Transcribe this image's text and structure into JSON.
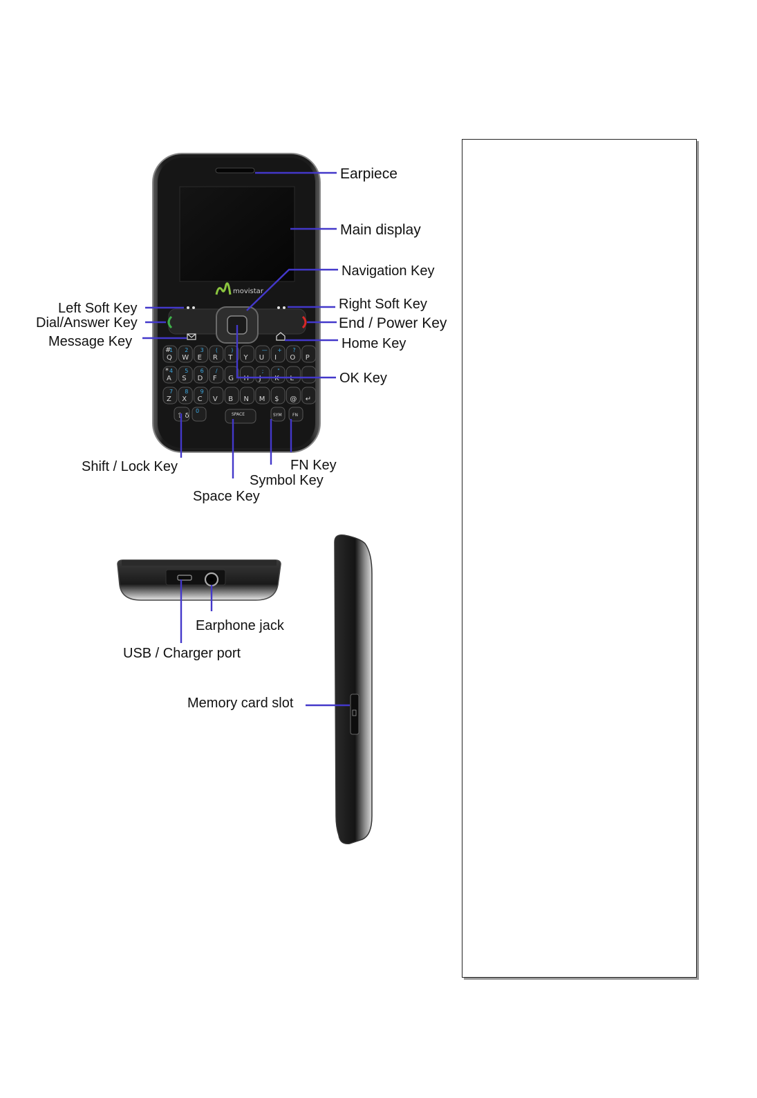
{
  "phone": {
    "brand": "movistar",
    "keys": {
      "row1": [
        [
          "#",
          "1",
          "Q"
        ],
        [
          "",
          "2",
          "W"
        ],
        [
          "",
          "3",
          "E"
        ],
        [
          "",
          "(",
          "R"
        ],
        [
          "",
          ")",
          "T"
        ],
        [
          "",
          "",
          "Y"
        ],
        [
          "",
          "—",
          "U"
        ],
        [
          "",
          "+",
          "I"
        ],
        [
          "",
          "?",
          "O"
        ],
        [
          "",
          "",
          "P"
        ]
      ],
      "row2": [
        [
          "*",
          "4",
          "A"
        ],
        [
          "",
          "5",
          "S"
        ],
        [
          "",
          "6",
          "D"
        ],
        [
          "",
          "/",
          "F"
        ],
        [
          "",
          "",
          "G"
        ],
        [
          "",
          "",
          "H"
        ],
        [
          "",
          ";",
          "J"
        ],
        [
          "",
          "\"",
          "K"
        ],
        [
          "",
          "",
          "L"
        ],
        [
          "",
          "",
          ""
        ]
      ],
      "row3": [
        [
          "",
          "7",
          "Z"
        ],
        [
          "",
          "8",
          "X"
        ],
        [
          "",
          "9",
          "C"
        ],
        [
          "",
          "",
          "V"
        ],
        [
          "",
          "",
          "B"
        ],
        [
          "",
          "",
          "N"
        ],
        [
          "",
          "",
          "M"
        ],
        [
          "",
          "",
          "$"
        ],
        [
          "",
          "",
          "@"
        ],
        [
          "",
          "",
          "↵"
        ]
      ],
      "space": "SPACE",
      "sym": "SYM",
      "fn": "FN"
    }
  },
  "labels": {
    "earpiece": "Earpiece",
    "main_display": "Main display",
    "navigation_key": "Navigation Key",
    "left_soft_key": "Left Soft Key",
    "right_soft_key": "Right Soft Key",
    "dial_answer_key": "Dial/Answer Key",
    "end_power_key": "End / Power Key",
    "message_key": "Message Key",
    "home_key": "Home Key",
    "ok_key": "OK Key",
    "shift_lock_key": "Shift / Lock Key",
    "fn_key": "FN Key",
    "symbol_key": "Symbol Key",
    "space_key": "Space Key",
    "earphone_jack": "Earphone jack",
    "usb_charger_port": "USB / Charger port",
    "memory_card_slot": "Memory card slot"
  },
  "colors": {
    "leader": "#4338ca",
    "phone_body": "#1a1a1a",
    "dial_green": "#3fb14a",
    "end_red": "#d62828",
    "keypad_number": "#3ba7e0"
  }
}
